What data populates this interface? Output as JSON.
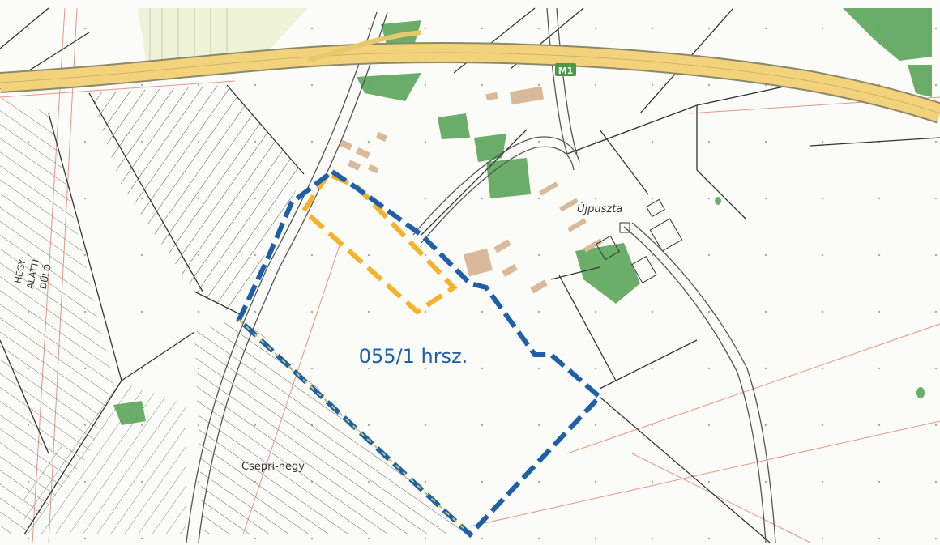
{
  "map": {
    "road_label": "M1",
    "village_label": "Újpuszta",
    "hill_label": "Csepri-hegy",
    "parcel_label": "055/1 hrsz.",
    "field_label_lines": [
      "HEGY",
      "ALATTI",
      "DŰLŐ"
    ],
    "colors": {
      "motorway": "#f2d27a",
      "motorway_edge": "#8a8a6a",
      "boundary_blue": "#1f5fa8",
      "boundary_orange": "#f5b22b",
      "forest": "#5aa55a",
      "buildings": "#d9b99a",
      "cadastral_red": "#e57a6a",
      "lines": "#333333"
    }
  }
}
